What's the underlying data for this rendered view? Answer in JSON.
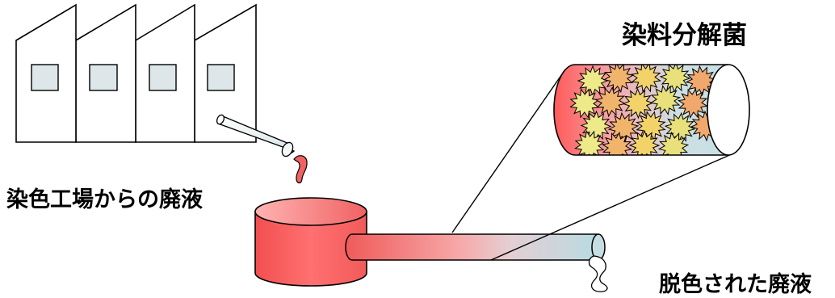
{
  "labels": {
    "factory_waste": "染色工場からの廃液",
    "dye_degrading_bacteria": "染料分解菌",
    "decolorized_waste": "脱色された廃液"
  },
  "colors": {
    "dye_red": "#f06262",
    "decolorized_blue": "#c5dde3",
    "window_fill": "#dde6e8",
    "outline": "#000000",
    "bacteria_yellow": "#eeea8a",
    "bacteria_orange": "#f1b46c"
  },
  "icons": {
    "factory": "factory-icon",
    "outlet_pipe": "outlet-pipe-icon",
    "waste_drop": "waste-drop-icon",
    "treatment_tank": "treatment-tank-icon",
    "treatment_pipe": "treatment-pipe-icon",
    "magnified_pipe": "magnified-pipe-icon",
    "bacteria_cluster": "bacteria-cluster-icon",
    "clean_drop": "clean-drop-icon"
  }
}
